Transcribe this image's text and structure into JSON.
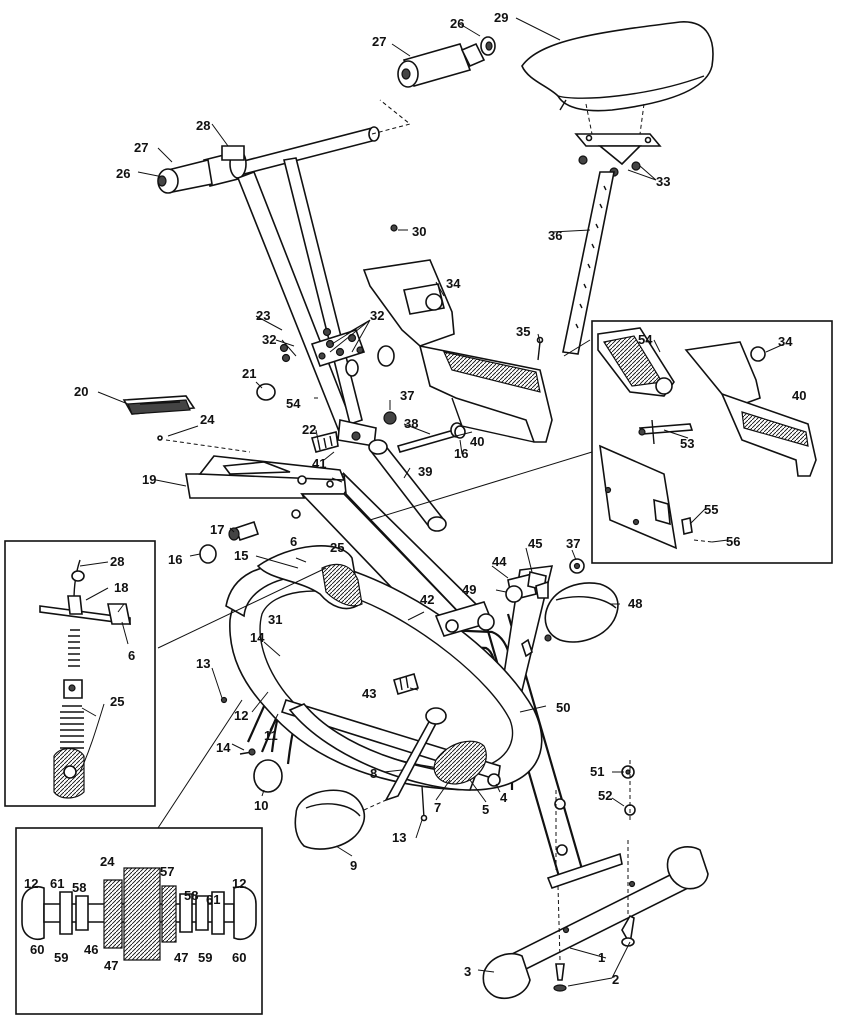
{
  "labels": {
    "l1": "1",
    "l2": "2",
    "l3": "3",
    "l4": "4",
    "l5": "5",
    "l6": "6",
    "l7": "7",
    "l8": "8",
    "l9": "9",
    "l10": "10",
    "l11": "11",
    "l12": "12",
    "l13": "13",
    "l14": "14",
    "l15": "15",
    "l16": "16",
    "l17": "17",
    "l18": "18",
    "l19": "19",
    "l20": "20",
    "l21": "21",
    "l22": "22",
    "l23": "23",
    "l24": "24",
    "l25": "25",
    "l26": "26",
    "l27": "27",
    "l28": "28",
    "l29": "29",
    "l30": "30",
    "l31": "31",
    "l32": "32",
    "l33": "33",
    "l34": "34",
    "l35": "35",
    "l36": "36",
    "l37": "37",
    "l38": "38",
    "l39": "39",
    "l40": "40",
    "l41": "41",
    "l42": "42",
    "l43": "43",
    "l44": "44",
    "l45": "45",
    "l46": "46",
    "l47": "47",
    "l48": "48",
    "l49": "49",
    "l50": "50",
    "l51": "51",
    "l52": "52",
    "l53": "53",
    "l54": "54",
    "l55": "55",
    "l56": "56",
    "l57": "57",
    "l58": "58",
    "l59": "59",
    "l60": "60",
    "l61": "61"
  },
  "colors": {
    "ink": "#111111",
    "paper": "#ffffff",
    "shade": "#444444"
  }
}
